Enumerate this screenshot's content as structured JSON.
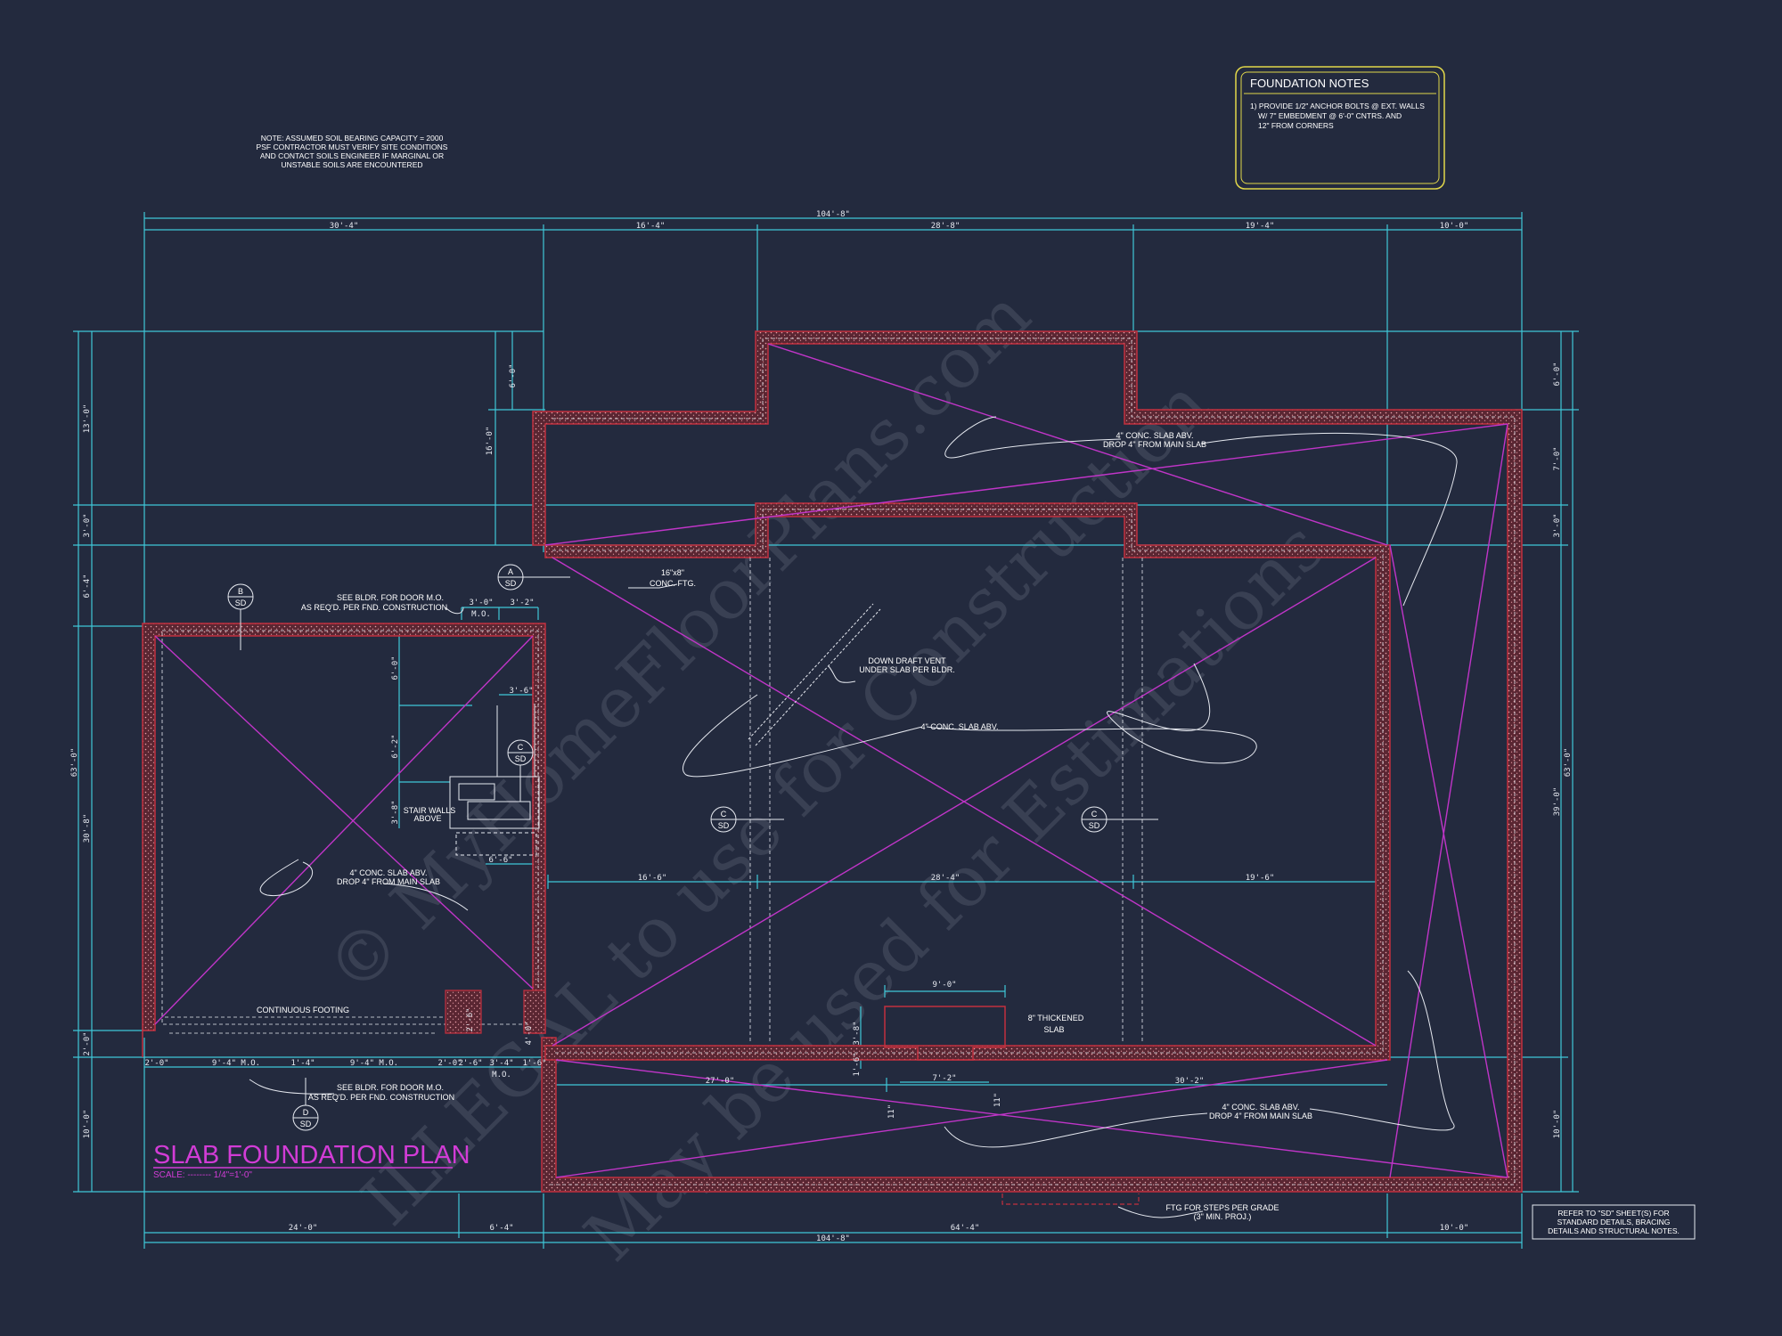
{
  "plan": {
    "title": "SLAB FOUNDATION PLAN",
    "scale": "SCALE: -------- 1/4\"=1'-0\""
  },
  "notes": {
    "soil": [
      "NOTE: ASSUMED SOIL BEARING CAPACITY = 2000",
      "PSF CONTRACTOR MUST VERIFY SITE CONDITIONS",
      "AND CONTACT SOILS ENGINEER IF MARGINAL OR",
      "UNSTABLE SOILS ARE ENCOUNTERED"
    ],
    "foundation_title": "FOUNDATION NOTES",
    "foundation_items": [
      "1) PROVIDE 1/2\" ANCHOR BOLTS @ EXT. WALLS",
      "W/ 7\" EMBEDMENT @ 6'-0\" CNTRS. AND",
      "12\" FROM CORNERS"
    ],
    "refer": [
      "REFER TO \"SD\" SHEET(S) FOR",
      "STANDARD DETAILS, BRACING",
      "DETAILS AND STRUCTURAL NOTES."
    ]
  },
  "dims": {
    "top_total": "104'-8\"",
    "top": [
      "30'-4\"",
      "16'-4\"",
      "28'-8\"",
      "19'-4\"",
      "10'-0\""
    ],
    "bottom_total": "104'-8\"",
    "bottom": [
      "24'-0\"",
      "6'-4\"",
      "64'-4\"",
      "10'-0\""
    ],
    "left_total": "63'-0\"",
    "left": [
      "13'-0\"",
      "3'-0\"",
      "6'-4\"",
      "30'-8\"",
      "2'-0\"",
      "10'-0\""
    ],
    "right_total": "63'-0\"",
    "right": [
      "6'-0\"",
      "7'-0\"",
      "3'-0\"",
      "39'-0\"",
      "10'-0\""
    ],
    "garage_offset": [
      "6'-0\"",
      "16'-0\""
    ],
    "door_mo": [
      "3'-0\"",
      "3'-2\"",
      "M.O."
    ],
    "stair": [
      "6'-0\"",
      "3'-6\"",
      "6'-2\"",
      "3'-8\"",
      "6'-6\""
    ],
    "interior": [
      "16'-6\"",
      "28'-4\"",
      "19'-6\""
    ],
    "thickened": [
      "9'-0\"",
      "3'-8\"",
      "1'-6\"",
      "7'-2\"",
      "11\"",
      "11\""
    ],
    "porch": [
      "27'-0\"",
      "30'-2\""
    ],
    "garage_bottom": [
      "2'-0\"",
      "9'-4\" M.O.",
      "1'-4\"",
      "9'-4\" M.O.",
      "2'-0\"",
      "2'-6\"",
      "3'-4\"",
      "1'-6\"",
      "M.O.",
      "2'-6\"",
      "4'-0\""
    ]
  },
  "labels": {
    "see_bldr_top": [
      "SEE BLDR. FOR DOOR M.O.",
      "AS REQ'D. PER FND. CONSTRUCTION"
    ],
    "see_bldr_bottom": [
      "SEE BLDR. FOR DOOR M.O.",
      "AS REQ'D. PER FND. CONSTRUCTION"
    ],
    "conc_ftg": [
      "16\"x8\"",
      "CONC. FTG."
    ],
    "down_draft": [
      "DOWN DRAFT VENT",
      "UNDER SLAB PER BLDR."
    ],
    "conc_slab_center": "4\" CONC. SLAB ABV.",
    "conc_slab_top": [
      "4\" CONC. SLAB ABV.",
      "DROP 4\" FROM MAIN SLAB"
    ],
    "conc_slab_garage": [
      "4\" CONC. SLAB ABV.",
      "DROP 4\" FROM MAIN SLAB"
    ],
    "conc_slab_porch": [
      "4\" CONC. SLAB ABV.",
      "DROP 4\" FROM MAIN SLAB"
    ],
    "stair_walls": [
      "STAIR WALLS",
      "ABOVE"
    ],
    "continuous_footing": "CONTINUOUS FOOTING",
    "thickened_slab": [
      "8\" THICKENED",
      "SLAB"
    ],
    "ftg_steps": [
      "FTG FOR STEPS PER GRADE",
      "(3\" MIN. PROJ.)"
    ]
  },
  "bubbles": [
    {
      "top": "A",
      "bottom": "SD"
    },
    {
      "top": "B",
      "bottom": "SD"
    },
    {
      "top": "C",
      "bottom": "SD"
    },
    {
      "top": "C",
      "bottom": "SD"
    },
    {
      "top": "C",
      "bottom": "SD"
    },
    {
      "top": "D",
      "bottom": "SD"
    }
  ],
  "watermark": [
    "© MyHomeFloorPlans.com",
    "ILLEGAL to use for Construction",
    "May be used for Estimations"
  ],
  "colors": {
    "background": "#232a3e",
    "dimension": "#3fc8d8",
    "wall": "#c2303f",
    "diagonal": "#c035c8",
    "title": "#d23cd6",
    "notes_box": "#e2d84a",
    "linework": "#e6e9f0"
  }
}
